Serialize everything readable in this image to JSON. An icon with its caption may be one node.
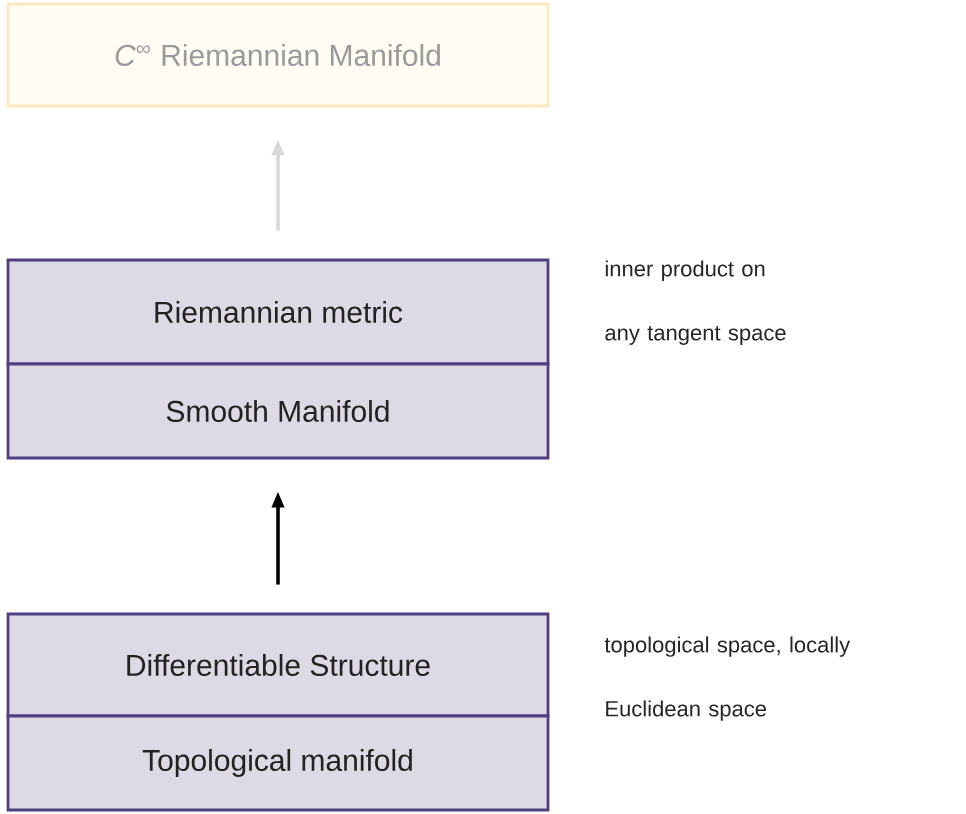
{
  "diagram": {
    "nodes": [
      {
        "text": [
          "*C*$^{∞}$ Riemannian Manifold"
        ]
      },
      {
        "text": [
          "Riemannian metric"
        ],
        "beside": [
          "inner product on any tangent space"
        ]
      },
      {
        "text": [
          "Smooth Manifold"
        ]
      },
      {
        "text": [
          "Differentiable Structure"
        ]
      },
      {
        "text": [
          "Topological manifold"
        ],
        "beside": [
          "topological space, locally Euclidean space"
        ]
      }
    ],
    "edges": [
      {
        "from": 1,
        "to": 0,
        "arrow": "to",
        "color": "#d9d9d9"
      },
      {
        "from": 3,
        "to": 2,
        "arrow": "to",
        "color": "#000000"
      }
    ]
  }
}
